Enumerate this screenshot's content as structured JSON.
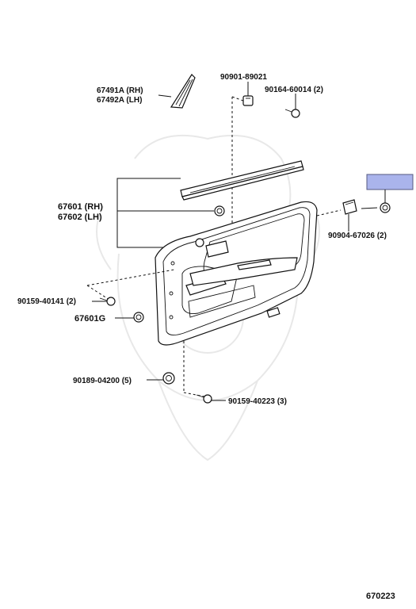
{
  "labels": {
    "p67491a": "67491A (RH)",
    "p67492a": "67492A (LH)",
    "p90901": "90901-89021",
    "p90164": "90164-60014 (2)",
    "p67601": "67601 (RH)",
    "p67602": "67602 (LH)",
    "p90904": "90904-67026 (2)",
    "p90159a": "90159-40141 (2)",
    "p67601g": "67601G",
    "p90189": "90189-04200 (5)",
    "p90159b": "90159-40223 (3)"
  },
  "diagram_id": "670223",
  "colors": {
    "highlight": "#aab4ec",
    "line": "#111111",
    "watermark": "#e8e8e8"
  },
  "icons": {
    "watermark": "samurai-helmet-watermark-icon"
  }
}
